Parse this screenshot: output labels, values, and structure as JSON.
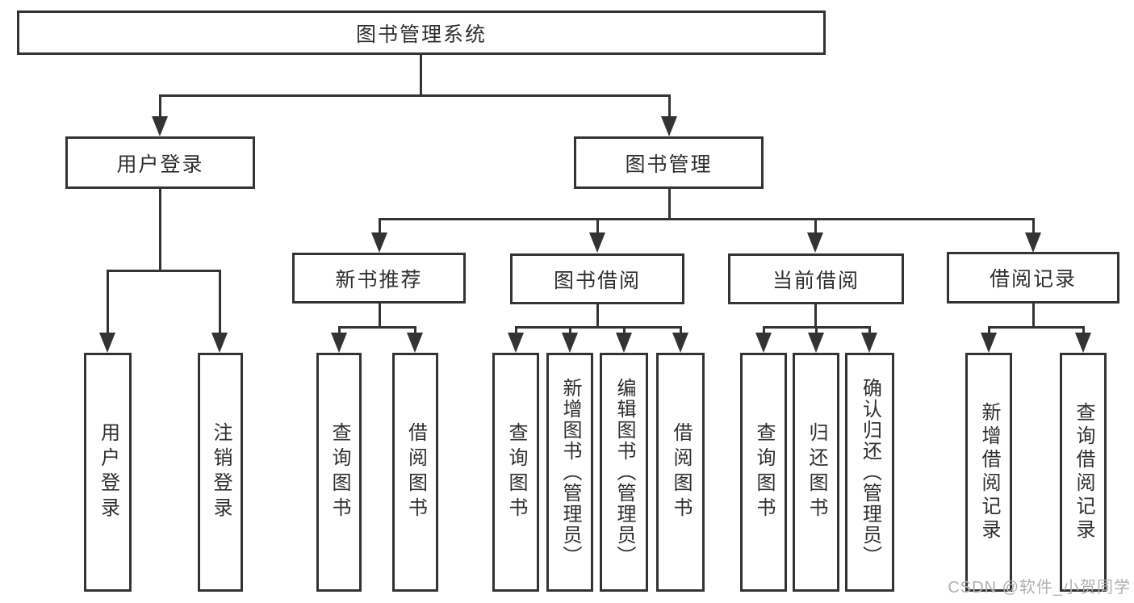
{
  "nodes": {
    "root": {
      "label": "图书管理系统"
    },
    "user_login": {
      "label": "用户登录"
    },
    "book_mgmt": {
      "label": "图书管理"
    },
    "new_book_rec": {
      "label": "新书推荐"
    },
    "book_borrow": {
      "label": "图书借阅"
    },
    "current_borrow": {
      "label": "当前借阅"
    },
    "borrow_records": {
      "label": "借阅记录"
    },
    "leaf_user_login": {
      "label": "用户登录"
    },
    "leaf_logout": {
      "label": "注销登录"
    },
    "leaf_nb_query": {
      "label": "查询图书"
    },
    "leaf_nb_borrow": {
      "label": "借阅图书"
    },
    "leaf_bb_query": {
      "label": "查询图书"
    },
    "leaf_bb_add": {
      "label": "新增图书（管理员）"
    },
    "leaf_bb_edit": {
      "label": "编辑图书（管理员）"
    },
    "leaf_bb_borrow": {
      "label": "借阅图书"
    },
    "leaf_cb_query": {
      "label": "查询图书"
    },
    "leaf_cb_return": {
      "label": "归还图书"
    },
    "leaf_cb_confirm": {
      "label": "确认归还（管理员）"
    },
    "leaf_br_add": {
      "label": "新增借阅记录"
    },
    "leaf_br_query": {
      "label": "查询借阅记录"
    }
  },
  "watermark": {
    "text": "CSDN @软件_小贺同学"
  },
  "colors": {
    "line": "#333333",
    "text": "#2f2f2f",
    "watermark": "#b0b0b0",
    "background": "#ffffff"
  }
}
